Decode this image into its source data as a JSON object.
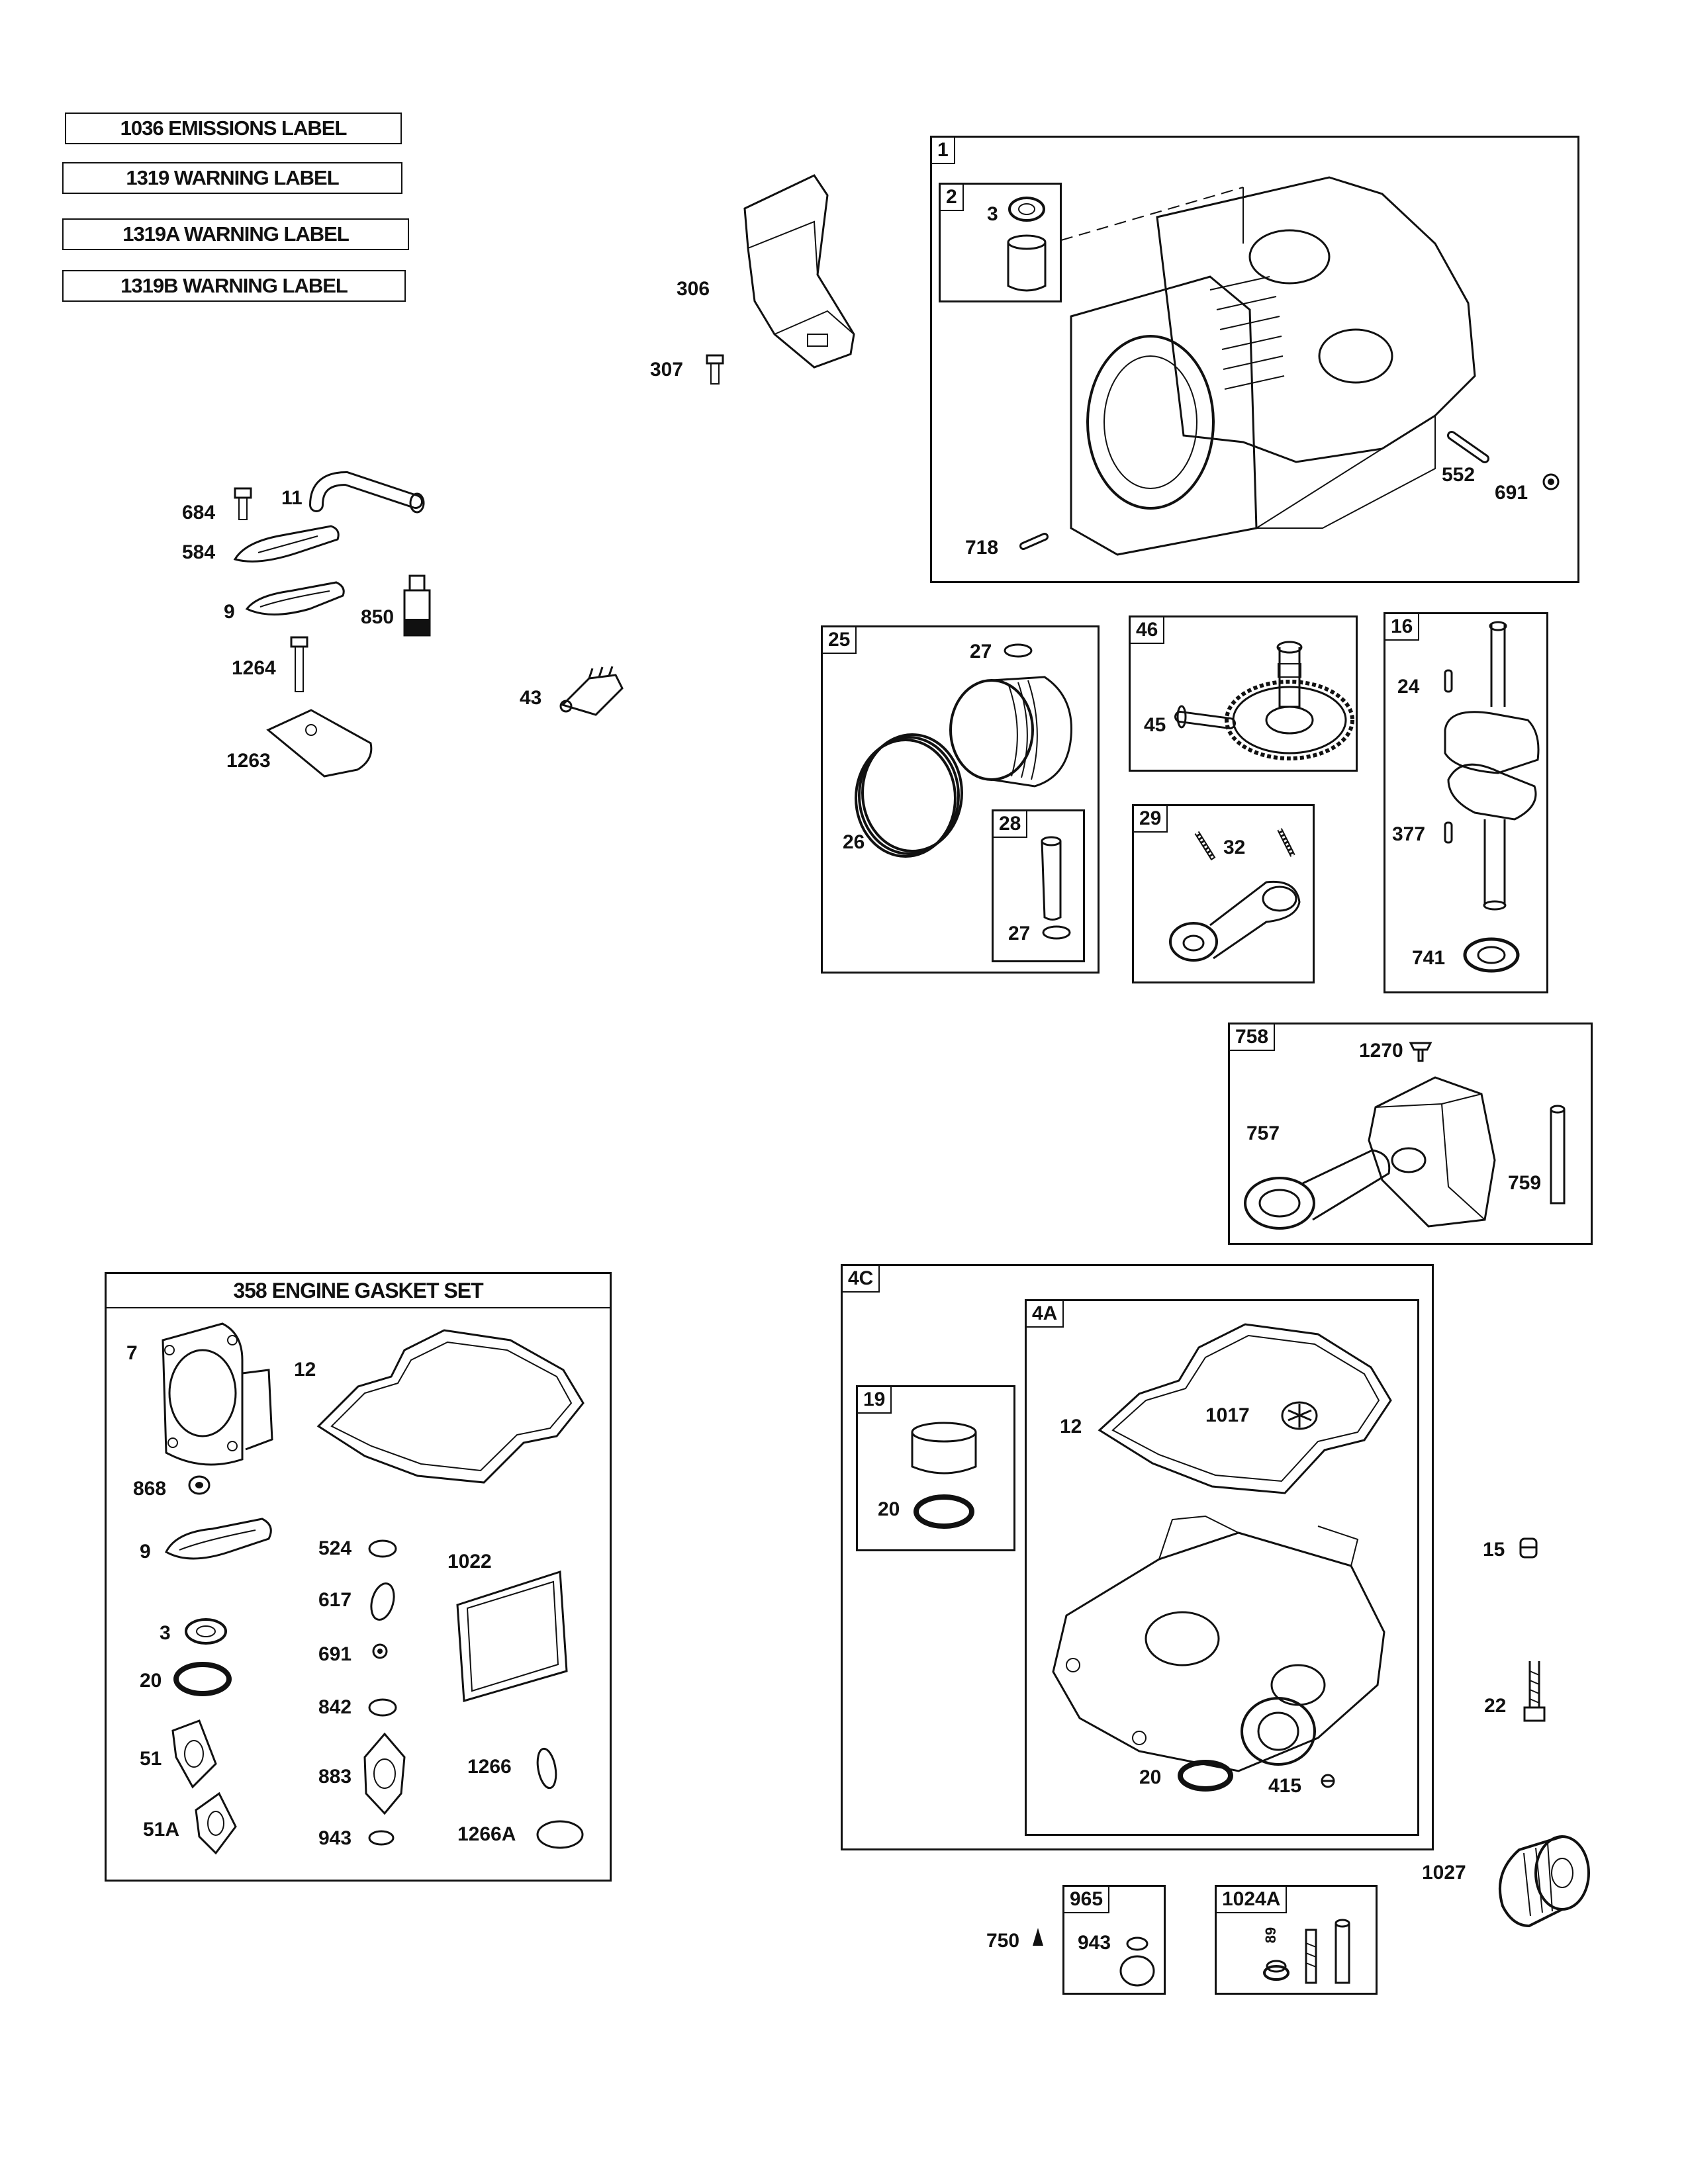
{
  "labels": {
    "emissions": "1036 EMISSIONS LABEL",
    "warning": "1319 WARNING LABEL",
    "warning_a": "1319A WARNING LABEL",
    "warning_b": "1319B WARNING LABEL"
  },
  "boxes": {
    "b1": "1",
    "b2": "2",
    "b25": "25",
    "b28": "28",
    "b46": "46",
    "b29": "29",
    "b16": "16",
    "b758": "758",
    "b4c": "4C",
    "b4a": "4A",
    "b19": "19",
    "b965": "965",
    "b1024a": "1024A"
  },
  "gasket_set_title": "358 ENGINE GASKET SET",
  "callouts": {
    "c306": "306",
    "c307": "307",
    "c3": "3",
    "c552": "552",
    "c691": "691",
    "c718": "718",
    "c684": "684",
    "c11": "11",
    "c584": "584",
    "c9": "9",
    "c850": "850",
    "c1264": "1264",
    "c1263": "1263",
    "c43": "43",
    "c27a": "27",
    "c26": "26",
    "c27b": "27",
    "c45": "45",
    "c32": "32",
    "c24": "24",
    "c377": "377",
    "c741": "741",
    "c1270": "1270",
    "c757": "757",
    "c759": "759",
    "g7": "7",
    "g12": "12",
    "g868": "868",
    "g9": "9",
    "g524": "524",
    "g1022": "1022",
    "g617": "617",
    "g3": "3",
    "g691": "691",
    "g20": "20",
    "g842": "842",
    "g51": "51",
    "g883": "883",
    "g1266": "1266",
    "g51a": "51A",
    "g943": "943",
    "g1266a": "1266A",
    "s20a": "20",
    "s12": "12",
    "s1017": "1017",
    "s20b": "20",
    "s415": "415",
    "s15": "15",
    "s22": "22",
    "s1027": "1027",
    "s750": "750",
    "s943": "943",
    "s1024label": "89"
  }
}
